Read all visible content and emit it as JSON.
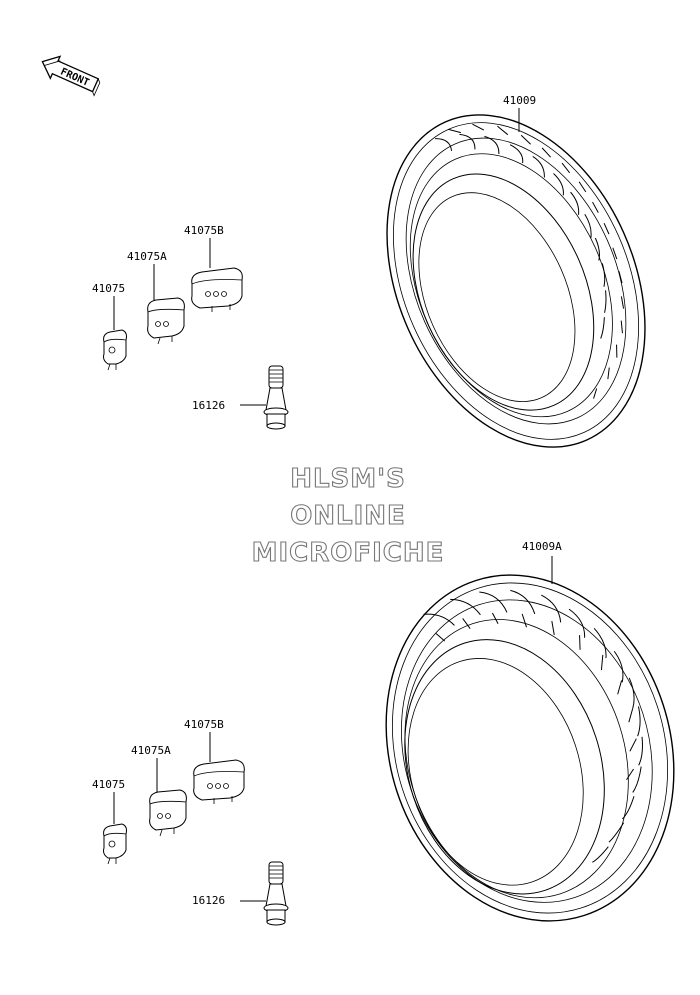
{
  "diagram": {
    "front_arrow": {
      "label": "FRONT"
    },
    "watermark": {
      "line1": "HLSM'S",
      "line2": "ONLINE",
      "line3": "MICROFICHE"
    },
    "groups": [
      {
        "tire_label": "41009",
        "parts": {
          "weight_b": "41075B",
          "weight_a": "41075A",
          "weight": "41075",
          "valve": "16126"
        }
      },
      {
        "tire_label": "41009A",
        "parts": {
          "weight_b": "41075B",
          "weight_a": "41075A",
          "weight": "41075",
          "valve": "16126"
        }
      }
    ]
  }
}
